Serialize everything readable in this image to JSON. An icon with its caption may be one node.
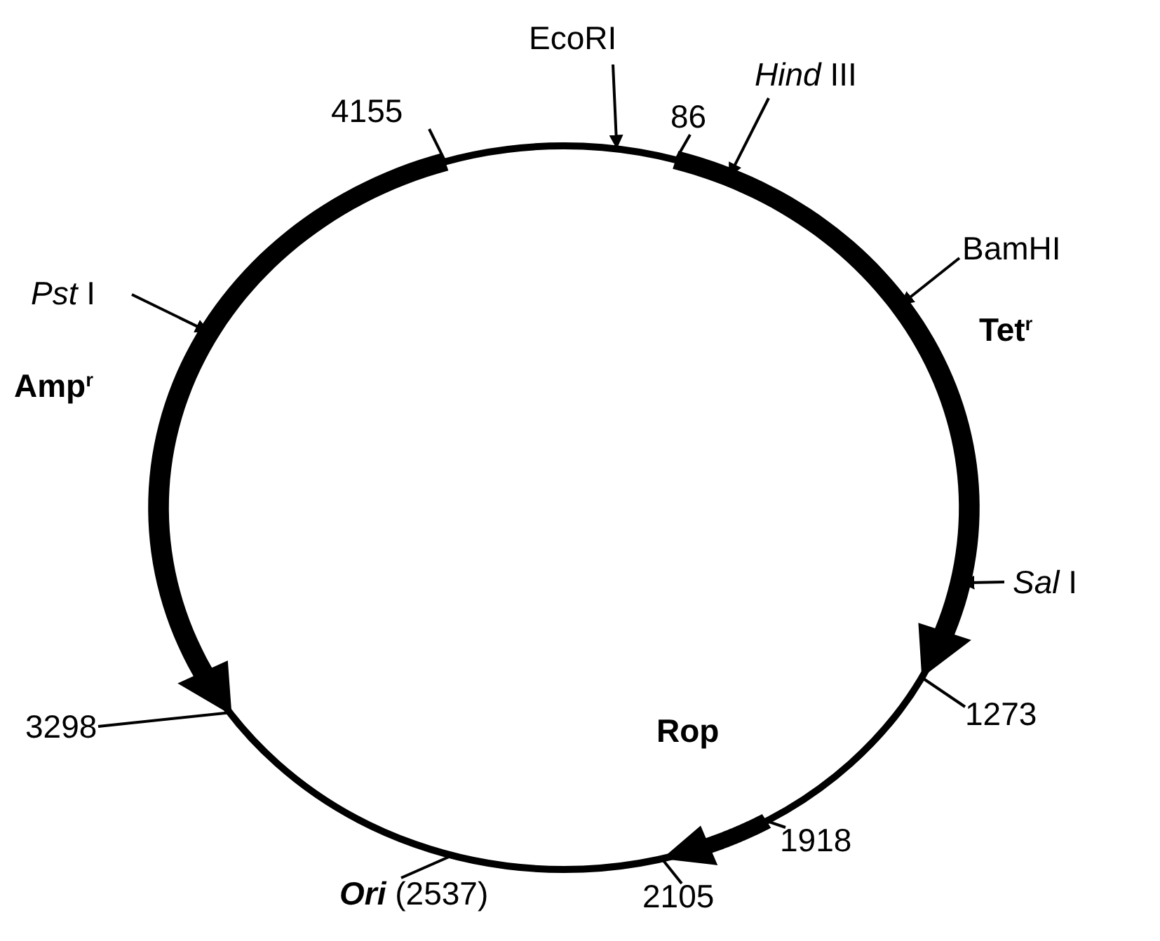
{
  "diagram": {
    "nodes": [
      {
        "text": [],
        "shape": "circle"
      },
      {
        "text": [
          "EcoRI"
        ]
      },
      {
        "text": [
          "*Hind* III"
        ]
      },
      {
        "text": [
          "BamHI"
        ]
      },
      {
        "text": [
          "*Pst* I"
        ]
      },
      {
        "text": [
          "*Sal* I"
        ]
      },
      {
        "text": [
          "4155"
        ]
      },
      {
        "text": [
          "86"
        ]
      },
      {
        "text": [
          "3298"
        ]
      },
      {
        "text": [
          "1273"
        ]
      },
      {
        "text": [
          "1918"
        ]
      },
      {
        "text": [
          "2105"
        ]
      },
      {
        "text": [
          "**Ori** (2537)"
        ]
      }
    ],
    "edges": [
      {
        "from": 1,
        "to": 0,
        "arrow": "to"
      },
      {
        "from": 2,
        "to": 0,
        "arrow": "to"
      },
      {
        "from": 3,
        "to": 0,
        "arrow": "to"
      },
      {
        "from": 4,
        "to": 0,
        "arrow": "to"
      },
      {
        "from": 5,
        "to": 0,
        "arrow": "to"
      },
      {
        "from": 6,
        "to": 0,
        "arrow": "none"
      },
      {
        "from": 7,
        "to": 0,
        "arrow": "none"
      },
      {
        "from": 8,
        "to": 0,
        "arrow": "none"
      },
      {
        "from": 9,
        "to": 0,
        "arrow": "none"
      },
      {
        "from": 10,
        "to": 0,
        "arrow": "none"
      },
      {
        "from": 11,
        "to": 0,
        "arrow": "none"
      },
      {
        "from": 12,
        "to": 0,
        "arrow": "none"
      }
    ],
    "labels": [
      "Tet$^{r}$",
      "Amp$^{r}$",
      "Rop"
    ]
  }
}
